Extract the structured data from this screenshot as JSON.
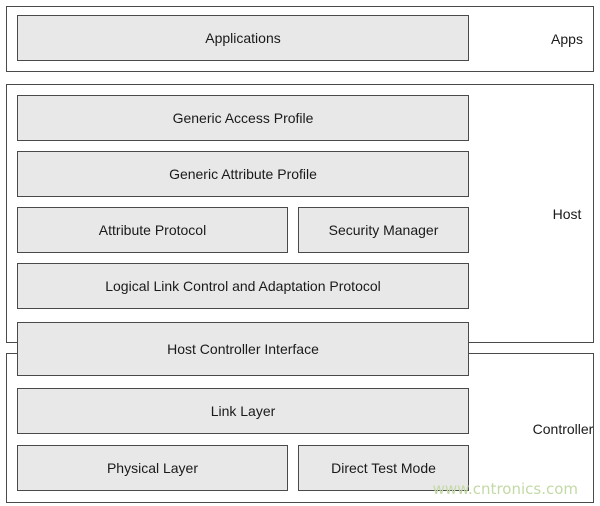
{
  "groups": {
    "apps": "Apps",
    "host": "Host",
    "controller": "Controller"
  },
  "blocks": {
    "applications": "Applications",
    "gap": "Generic Access Profile",
    "gatt": "Generic Attribute Profile",
    "att": "Attribute Protocol",
    "sm": "Security Manager",
    "l2cap": "Logical Link Control and Adaptation Protocol",
    "hci": "Host Controller Interface",
    "ll": "Link Layer",
    "phy": "Physical Layer",
    "dtm": "Direct Test Mode"
  },
  "watermark": "www.cntronics.com"
}
